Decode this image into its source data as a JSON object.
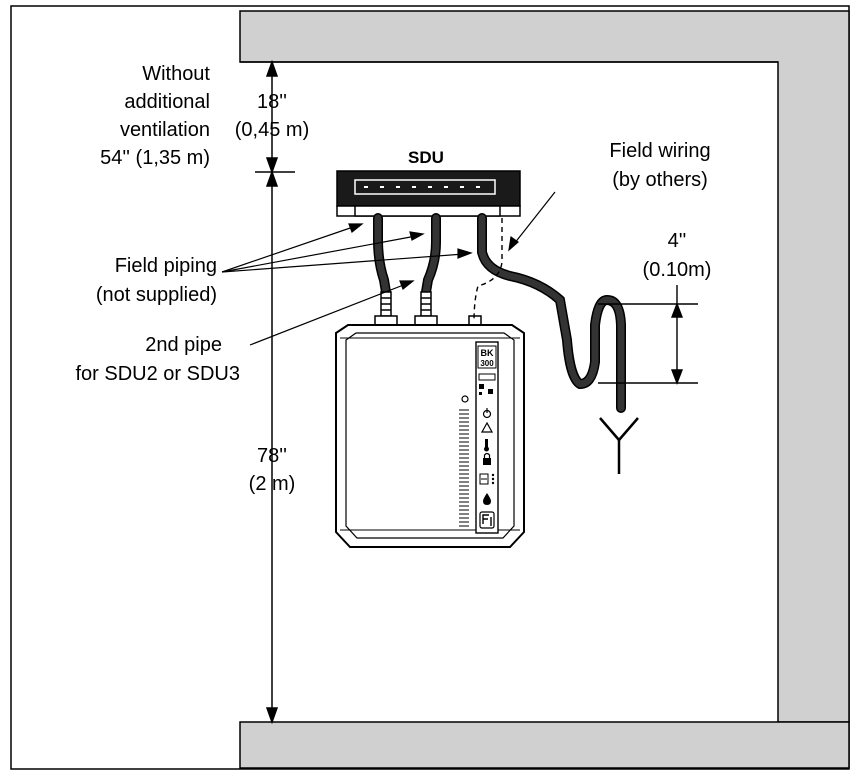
{
  "labels": {
    "without_line1": "Without",
    "without_line2": "additional",
    "without_line3": "ventilation",
    "without_line4": "54'' (1,35 m)",
    "top_clear_in": "18''",
    "top_clear_m": "(0,45 m)",
    "sdu": "SDU",
    "field_wiring_line1": "Field wiring",
    "field_wiring_line2": "(by others)",
    "trap_in": "4''",
    "trap_m": "(0.10m)",
    "field_piping_line1": "Field piping",
    "field_piping_line2": "(not supplied)",
    "second_pipe_line1": "2nd pipe",
    "second_pipe_line2": "for SDU2 or SDU3",
    "height_in": "78''",
    "height_m": "(2 m)",
    "panel_brand": "BK",
    "panel_model": "300"
  },
  "colors": {
    "wall": "#d0d0d0",
    "sdu_body": "#1a1a1a",
    "pipe": "#222222",
    "outline": "#000000"
  },
  "icons": [
    "power-icon",
    "warning-icon",
    "settings-icon",
    "lock-icon",
    "display-icon",
    "drop-icon",
    "logo-icon"
  ]
}
